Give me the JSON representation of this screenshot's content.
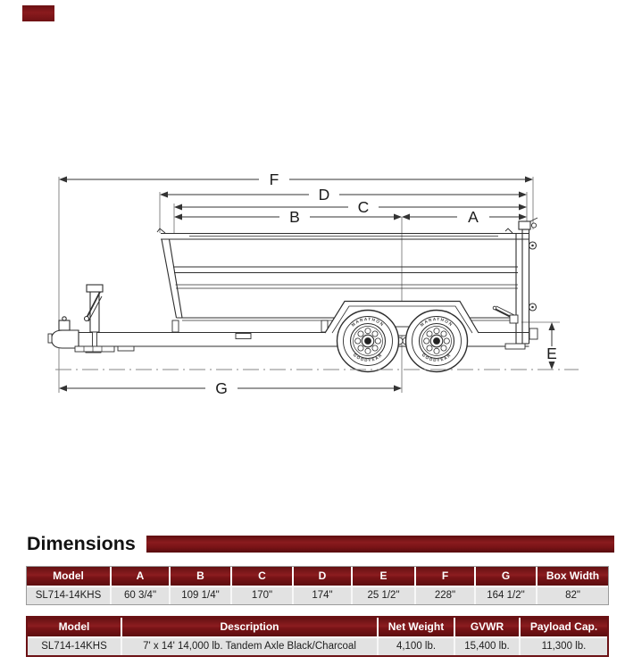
{
  "logo": {
    "color": "#7a1316"
  },
  "diagram": {
    "labels": {
      "A": "A",
      "B": "B",
      "C": "C",
      "D": "D",
      "E": "E",
      "F": "F",
      "G": "G"
    },
    "tire_text_top": "MARATHON",
    "tire_text_bottom": "GOODYEAR"
  },
  "section": {
    "heading": "Dimensions",
    "bar_color": "#7a1417"
  },
  "dimensions_table": {
    "headers": [
      "Model",
      "A",
      "B",
      "C",
      "D",
      "E",
      "F",
      "G",
      "Box Width"
    ],
    "rows": [
      [
        "SL714-14KHS",
        "60 3/4\"",
        "109 1/4\"",
        "170\"",
        "174\"",
        "25 1/2\"",
        "228\"",
        "164 1/2\"",
        "82\""
      ]
    ]
  },
  "specs_table": {
    "headers": [
      "Model",
      "Description",
      "Net Weight",
      "GVWR",
      "Payload Cap."
    ],
    "rows": [
      [
        "SL714-14KHS",
        "7' x 14' 14,000 lb. Tandem Axle Black/Charcoal",
        "4,100 lb.",
        "15,400 lb.",
        "11,300 lb."
      ]
    ]
  }
}
